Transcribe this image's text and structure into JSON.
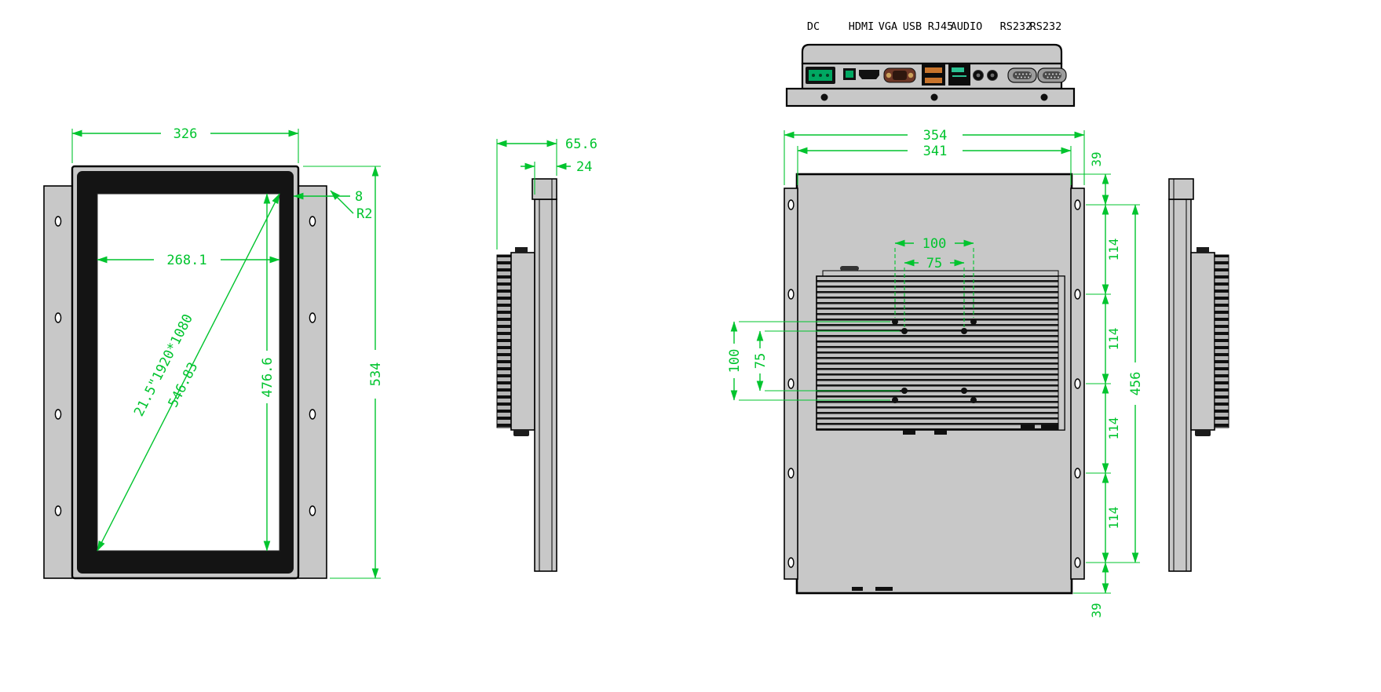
{
  "colors": {
    "dimension_green": "#00c42e",
    "body_gray": "#c8c8c8",
    "bezel_black": "#141414"
  },
  "connector_view": {
    "labels": {
      "dc": "DC",
      "hdmi": "HDMI",
      "vga": "VGA",
      "usb": "USB",
      "rj45": "RJ45",
      "audio": "AUDIO",
      "rs232_a": "RS232",
      "rs232_b": "RS232"
    }
  },
  "front_view": {
    "overall_width": "326",
    "overall_height": "534",
    "screen_width": "268.1",
    "screen_height": "476.6",
    "panel_spec": "21.5\"1920*1080",
    "diagonal_length": "546.83",
    "edge_offset": "8",
    "corner_radius": "R2"
  },
  "side_view": {
    "total_depth": "65.6",
    "panel_depth": "24"
  },
  "rear_view": {
    "overall_width": "354",
    "body_width": "341",
    "vesa_width_100": "100",
    "vesa_width_75": "75",
    "vesa_height_100": "100",
    "vesa_height_75": "75",
    "hole_margin_top": "39",
    "hole_pitch_1": "114",
    "hole_pitch_2": "114",
    "hole_pitch_3": "114",
    "hole_pitch_4": "114",
    "hole_span": "456",
    "hole_margin_bottom": "39"
  }
}
